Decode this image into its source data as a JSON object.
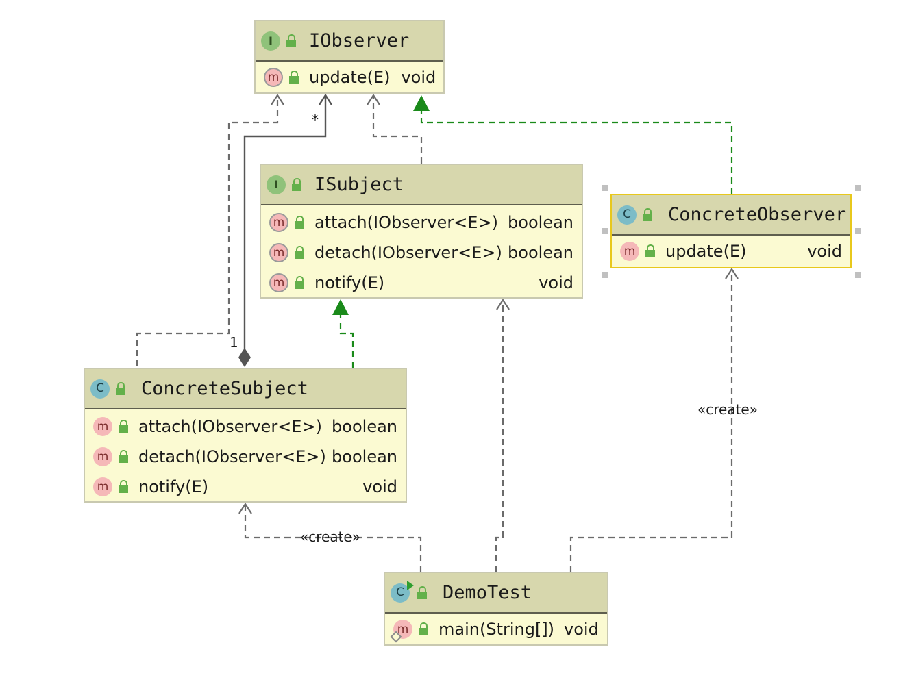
{
  "classes": {
    "iobserver": {
      "kind_icon": "interface-icon",
      "kind_letter": "I",
      "name": "IObserver",
      "methods": [
        {
          "sig": "update(E)",
          "ret": "void"
        }
      ]
    },
    "isubject": {
      "kind_icon": "interface-icon",
      "kind_letter": "I",
      "name": "ISubject",
      "methods": [
        {
          "sig": "attach(IObserver<E>)",
          "ret": "boolean"
        },
        {
          "sig": "detach(IObserver<E>)",
          "ret": "boolean"
        },
        {
          "sig": "notify(E)",
          "ret": "void"
        }
      ]
    },
    "concrete_observer": {
      "kind_icon": "class-icon",
      "kind_letter": "C",
      "name": "ConcreteObserver",
      "methods": [
        {
          "sig": "update(E)",
          "ret": "void"
        }
      ]
    },
    "concrete_subject": {
      "kind_icon": "class-icon",
      "kind_letter": "C",
      "name": "ConcreteSubject",
      "methods": [
        {
          "sig": "attach(IObserver<E>)",
          "ret": "boolean"
        },
        {
          "sig": "detach(IObserver<E>)",
          "ret": "boolean"
        },
        {
          "sig": "notify(E)",
          "ret": "void"
        }
      ]
    },
    "demo_test": {
      "kind_icon": "runnable-class-icon",
      "kind_letter": "C",
      "name": "DemoTest",
      "methods": [
        {
          "sig": "main(String[])",
          "ret": "void"
        }
      ]
    }
  },
  "method_letter": "m",
  "edge_labels": {
    "create_to_observer": "«create»",
    "create_to_subject": "«create»",
    "multiplicity_many": "*",
    "multiplicity_one": "1"
  },
  "colors": {
    "realization": "#1a8a1a",
    "dependency": "#6b6b6b",
    "header_bg": "#d7d7ad",
    "body_bg": "#fbfad2",
    "selection_border": "#e8c81c"
  }
}
